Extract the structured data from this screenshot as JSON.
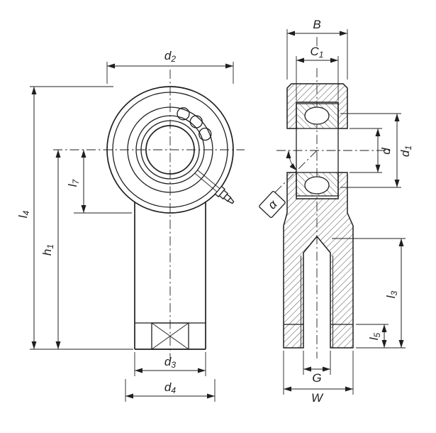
{
  "colors": {
    "line": "#1f1f1f",
    "background": "#ffffff"
  },
  "front_view": {
    "dimensions": {
      "d2": {
        "base": "d",
        "sub": "2"
      },
      "l7": {
        "base": "l",
        "sub": "7"
      },
      "l4": {
        "base": "l",
        "sub": "4"
      },
      "h1": {
        "base": "h",
        "sub": "1"
      },
      "d3": {
        "base": "d",
        "sub": "3"
      },
      "d4": {
        "base": "d",
        "sub": "4"
      }
    }
  },
  "side_view": {
    "dimensions": {
      "B": {
        "base": "B",
        "sub": ""
      },
      "C1": {
        "base": "C",
        "sub": "1"
      },
      "d": {
        "base": "d",
        "sub": ""
      },
      "d1": {
        "base": "d",
        "sub": "1"
      },
      "alpha": {
        "base": "α",
        "sub": ""
      },
      "l3": {
        "base": "l",
        "sub": "3"
      },
      "l5": {
        "base": "l",
        "sub": "5"
      },
      "G": {
        "base": "G",
        "sub": ""
      },
      "W": {
        "base": "W",
        "sub": ""
      }
    }
  }
}
